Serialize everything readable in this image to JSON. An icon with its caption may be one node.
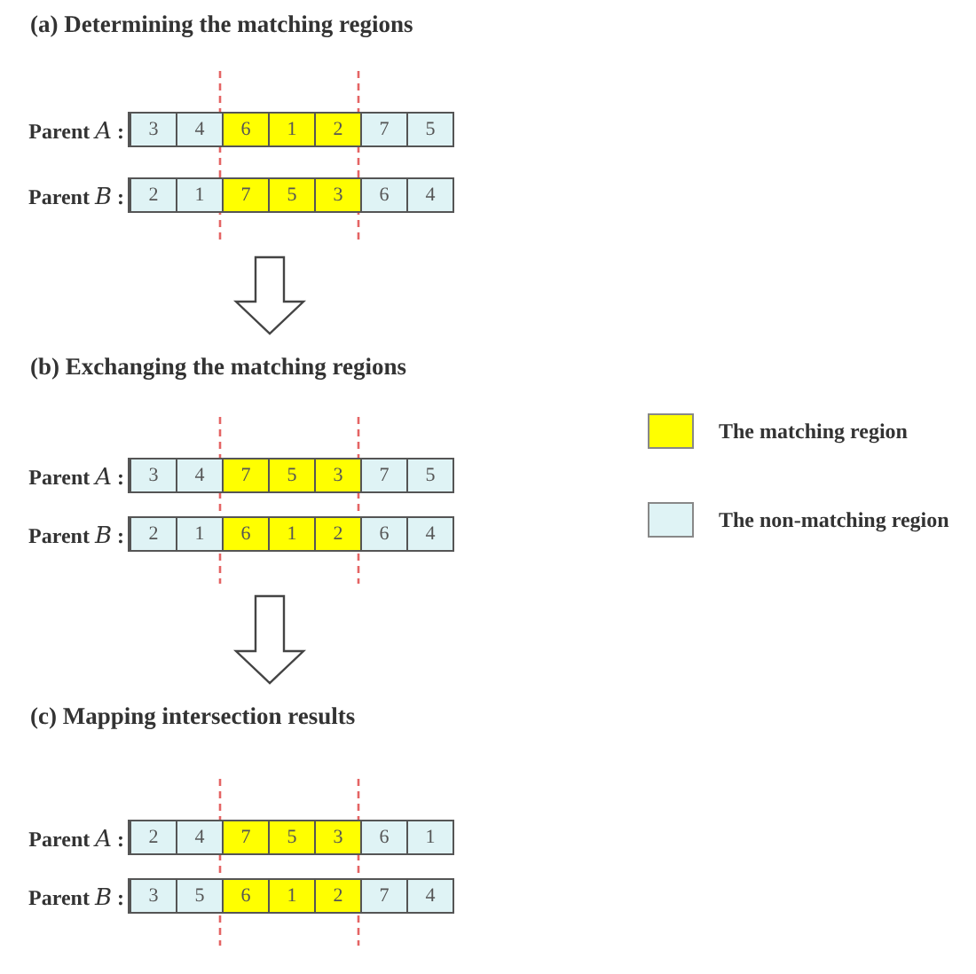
{
  "diagram": {
    "nodes": [
      {
        "text": [
          "(a) Determining the matching regions"
        ]
      },
      {
        "text": [
          "Parent *A* :"
        ]
      },
      {
        "text": [
          "3"
        ],
        "in": 1
      },
      {
        "text": [
          "4"
        ],
        "in": 1
      },
      {
        "text": [
          "6"
        ],
        "in": 1
      },
      {
        "text": [
          "1"
        ],
        "in": 1
      },
      {
        "text": [
          "2"
        ],
        "in": 1
      },
      {
        "text": [
          "7"
        ],
        "in": 1
      },
      {
        "text": [
          "5"
        ],
        "in": 1
      },
      {
        "text": [
          "Parent *B* :"
        ]
      },
      {
        "text": [
          "2"
        ],
        "in": 9
      },
      {
        "text": [
          "1"
        ],
        "in": 9
      },
      {
        "text": [
          "7"
        ],
        "in": 9
      },
      {
        "text": [
          "5"
        ],
        "in": 9
      },
      {
        "text": [
          "3"
        ],
        "in": 9
      },
      {
        "text": [
          "6"
        ],
        "in": 9
      },
      {
        "text": [
          "4"
        ],
        "in": 9
      },
      {
        "text": [
          "(b) Exchanging the matching regions"
        ]
      },
      {
        "text": [
          "Parent *A* :"
        ]
      },
      {
        "text": [
          "3"
        ],
        "in": 18
      },
      {
        "text": [
          "4"
        ],
        "in": 18
      },
      {
        "text": [
          "7"
        ],
        "in": 18
      },
      {
        "text": [
          "5"
        ],
        "in": 18
      },
      {
        "text": [
          "3"
        ],
        "in": 18
      },
      {
        "text": [
          "7"
        ],
        "in": 18
      },
      {
        "text": [
          "5"
        ],
        "in": 18
      },
      {
        "text": [
          "Parent *B* :"
        ]
      },
      {
        "text": [
          "2"
        ],
        "in": 26
      },
      {
        "text": [
          "1"
        ],
        "in": 26
      },
      {
        "text": [
          "6"
        ],
        "in": 26
      },
      {
        "text": [
          "1"
        ],
        "in": 26
      },
      {
        "text": [
          "2"
        ],
        "in": 26
      },
      {
        "text": [
          "6"
        ],
        "in": 26
      },
      {
        "text": [
          "4"
        ],
        "in": 26
      },
      {
        "text": [
          "(c) Mapping intersection results"
        ]
      },
      {
        "text": [
          "Parent *A* :"
        ]
      },
      {
        "text": [
          "2"
        ],
        "in": 35
      },
      {
        "text": [
          "4"
        ],
        "in": 35
      },
      {
        "text": [
          "7"
        ],
        "in": 35
      },
      {
        "text": [
          "5"
        ],
        "in": 35
      },
      {
        "text": [
          "3"
        ],
        "in": 35
      },
      {
        "text": [
          "6"
        ],
        "in": 35
      },
      {
        "text": [
          "1"
        ],
        "in": 35
      },
      {
        "text": [
          "Parent *B* :"
        ]
      },
      {
        "text": [
          "3"
        ],
        "in": 43
      },
      {
        "text": [
          "5"
        ],
        "in": 43
      },
      {
        "text": [
          "6"
        ],
        "in": 43
      },
      {
        "text": [
          "1"
        ],
        "in": 43
      },
      {
        "text": [
          "2"
        ],
        "in": 43
      },
      {
        "text": [
          "7"
        ],
        "in": 43
      },
      {
        "text": [
          "4"
        ],
        "in": 43
      }
    ],
    "edges": [
      {
        "from": 9,
        "to": 17,
        "arrow": "to"
      },
      {
        "from": 26,
        "to": 34,
        "arrow": "to"
      }
    ],
    "legend": [
      {
        "text": "The matching region",
        "color": "#ffff00"
      },
      {
        "text": "The non-matching region",
        "color": "#dff3f5"
      }
    ]
  }
}
